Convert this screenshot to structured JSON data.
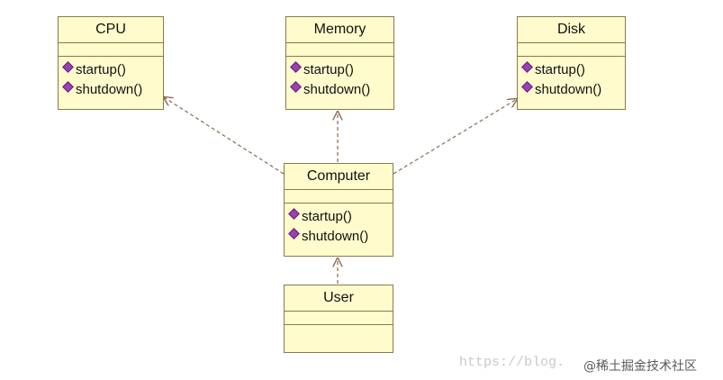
{
  "classes": {
    "cpu": {
      "name": "CPU",
      "ops": [
        "startup()",
        "shutdown()"
      ]
    },
    "memory": {
      "name": "Memory",
      "ops": [
        "startup()",
        "shutdown()"
      ]
    },
    "disk": {
      "name": "Disk",
      "ops": [
        "startup()",
        "shutdown()"
      ]
    },
    "computer": {
      "name": "Computer",
      "ops": [
        "startup()",
        "shutdown()"
      ]
    },
    "user": {
      "name": "User",
      "ops": []
    }
  },
  "relations": [
    {
      "from": "computer",
      "to": "cpu",
      "type": "dependency"
    },
    {
      "from": "computer",
      "to": "memory",
      "type": "dependency"
    },
    {
      "from": "computer",
      "to": "disk",
      "type": "dependency"
    },
    {
      "from": "user",
      "to": "computer",
      "type": "dependency"
    }
  ],
  "watermark": {
    "url": "https://blog.",
    "handle": "@稀土掘金技术社区"
  },
  "colors": {
    "class_fill": "#fffbcc",
    "class_border": "#8a7a4a",
    "operation_icon": "#9b3fb5",
    "connector": "#8a6a50"
  }
}
